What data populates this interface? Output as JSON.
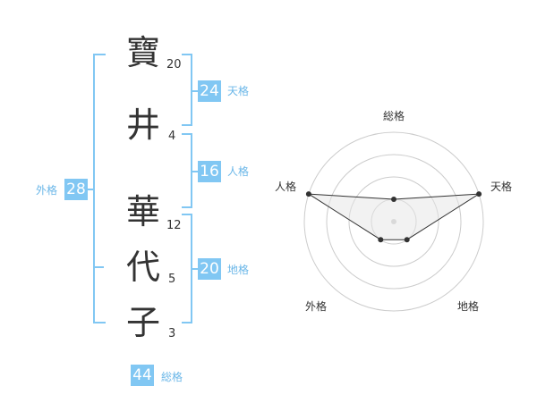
{
  "name_chars": [
    {
      "char": "寶",
      "strokes": "20"
    },
    {
      "char": "井",
      "strokes": "4"
    },
    {
      "char": "華",
      "strokes": "12"
    },
    {
      "char": "代",
      "strokes": "5"
    },
    {
      "char": "子",
      "strokes": "3"
    }
  ],
  "kakusu": {
    "tenkaku": {
      "value": "24",
      "label": "天格"
    },
    "jinkaku": {
      "value": "16",
      "label": "人格"
    },
    "chikaku": {
      "value": "20",
      "label": "地格"
    },
    "gaikaku": {
      "value": "28",
      "label": "外格"
    },
    "soukaku": {
      "value": "44",
      "label": "総格"
    }
  },
  "colors": {
    "accent": "#81c7f3",
    "label": "#6bb7e8",
    "text": "#333333",
    "grid": "#cccccc"
  },
  "chart_data": {
    "type": "radar",
    "axes": [
      "総格",
      "天格",
      "地格",
      "外格",
      "人格"
    ],
    "levels": 4,
    "max": 4,
    "values": [
      1,
      4,
      1,
      1,
      4
    ]
  }
}
